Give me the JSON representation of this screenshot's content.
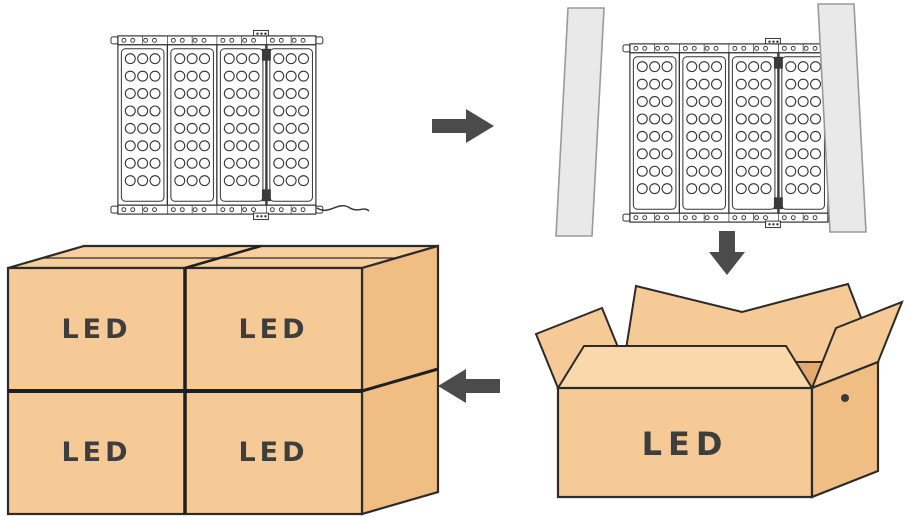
{
  "labels": {
    "open_box": "LED",
    "stacked_boxes": [
      "LED",
      "LED",
      "LED",
      "LED"
    ]
  },
  "colors": {
    "cardboard": "#f6ca96",
    "cardboard_top": "#f7cf9f",
    "cardboard_side": "#f0bd83",
    "carton_interior": "#e3a96f",
    "front_flap": "#fad8ab",
    "outline": "#2b2b2b",
    "foam": "#e9e9e9",
    "foam_outline": "#9a9a9a",
    "arrow": "#4b4b4b",
    "label_text": "#3e3e3e"
  }
}
